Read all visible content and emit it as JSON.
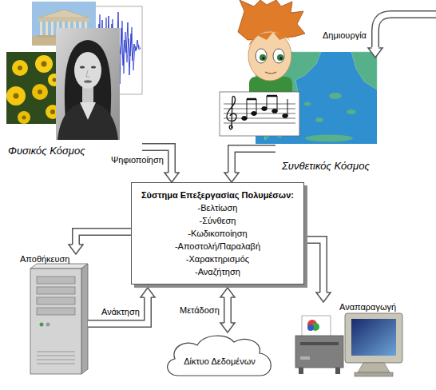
{
  "diagram": {
    "nodes": [
      {
        "text": [
          "Φυσικός Κόσμος"
        ]
      },
      {
        "text": [
          "Συνθετικός Κόσμος"
        ]
      },
      {
        "text": [
          "Σύστημα Επεξεργασίας Πολυμέσων:",
          "-Βελτίωση",
          "-Σύνθεση",
          "-Κωδικοποίηση",
          "-Αποστολή/Παραλαβή",
          "-Χαρακτηρισμός",
          "-Αναζήτηση"
        ]
      },
      {
        "text": [
          "Αποθήκευση"
        ]
      },
      {
        "text": [
          "Δίκτυο Δεδομένων"
        ]
      },
      {
        "text": [
          "Αναπαραγωγή"
        ]
      }
    ],
    "edges": [
      {
        "from": 0,
        "to": 2,
        "label": "Ψηφιοποίηση",
        "arrow": "to"
      },
      {
        "from": 1,
        "to": 2,
        "arrow": "to"
      },
      {
        "from": 2,
        "to": 3,
        "arrow": "to"
      },
      {
        "from": 3,
        "to": 2,
        "label": "Ανάκτηση",
        "arrow": "to"
      },
      {
        "from": 2,
        "to": 4,
        "label": "Μετάδοση",
        "arrow": "both"
      },
      {
        "from": 2,
        "to": 5,
        "arrow": "to"
      }
    ],
    "labels": [
      "Δημιουργία"
    ]
  }
}
